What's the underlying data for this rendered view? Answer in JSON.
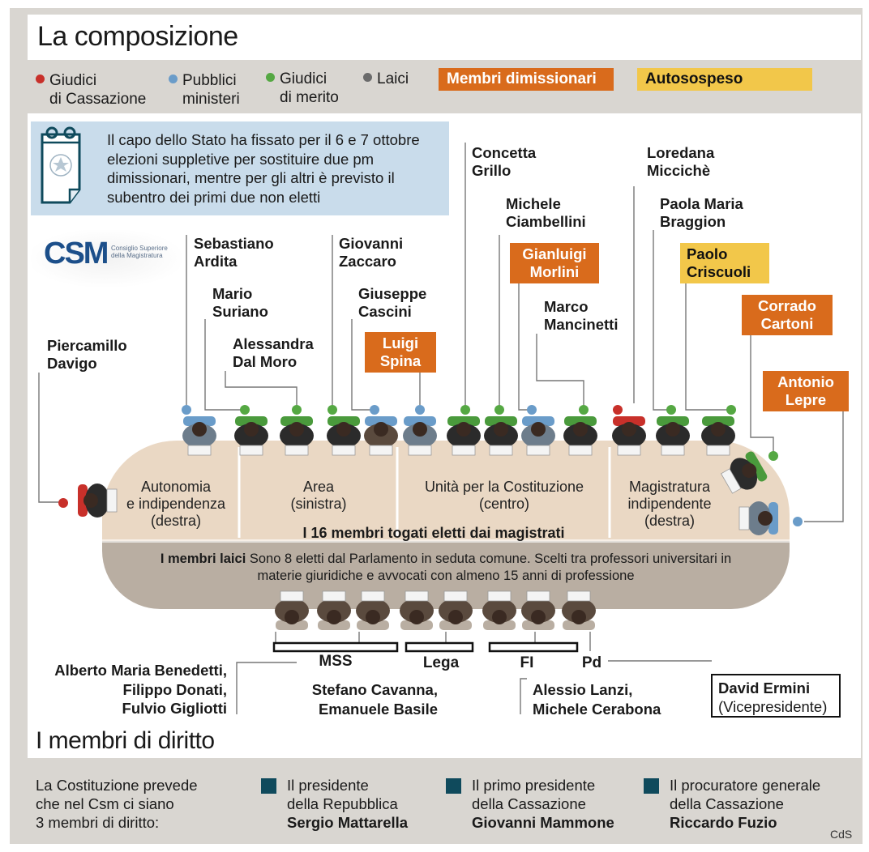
{
  "title": "La composizione",
  "legend": {
    "cassazione": "Giudici\ndi Cassazione",
    "pm": "Pubblici\nministeri",
    "merito": "Giudici\ndi merito",
    "laici": "Laici",
    "dimissionari": "Membri dimissionari",
    "autosospeso": "Autosospeso"
  },
  "colors": {
    "cassazione": "#c8302a",
    "pm": "#6a9cc9",
    "merito": "#55a843",
    "laici": "#6b6b6b",
    "dimissionari": "#d96b1c",
    "autosospeso": "#f2c74a",
    "note_bg": "#c9dceb",
    "table_top": "#ead8c4",
    "table_bottom": "#b9aea2",
    "square": "#0f4a5c"
  },
  "note": "Il capo dello Stato ha fissato per il 6 e 7 ottobre elezioni suppletive per sostituire due pm dimissionari, mentre per gli altri è previsto il subentro dei primi due non eletti",
  "logo": {
    "text": "CSM",
    "sub": "Consiglio Superiore della Magistratura"
  },
  "members": {
    "davigo": "Piercamillo\nDavigo",
    "ardita": "Sebastiano\nArdita",
    "suriano": "Mario\nSuriano",
    "dalmoro": "Alessandra\nDal Moro",
    "zaccaro": "Giovanni\nZaccaro",
    "cascini": "Giuseppe\nCascini",
    "spina": "Luigi\nSpina",
    "grillo": "Concetta\nGrillo",
    "ciambellini": "Michele\nCiambellini",
    "morlini": "Gianluigi\nMorlini",
    "mancinetti": "Marco\nMancinetti",
    "micciche": "Loredana\nMiccichè",
    "braggion": "Paola Maria\nBraggion",
    "criscuoli": "Paolo\nCriscuoli",
    "cartoni": "Corrado\nCartoni",
    "lepre": "Antonio\nLepre"
  },
  "sections": {
    "autonomia": "Autonomia\ne indipendenza\n(destra)",
    "area": "Area\n(sinistra)",
    "unicost": "Unità per la Costituzione\n(centro)",
    "mi": "Magistratura\nindipendente\n(destra)"
  },
  "togati_label": "I 16 membri togati eletti dai magistrati",
  "laici_bold": "I membri laici",
  "laici_text": "Sono 8 eletti dal Parlamento in seduta comune. Scelti tra professori universitari in materie giuridiche e avvocati con almeno 15 anni di professione",
  "parties": {
    "mss": "MSS",
    "lega": "Lega",
    "fi": "FI",
    "pd": "Pd"
  },
  "laici_names": {
    "mss": "Alberto Maria Benedetti,\nFilippo Donati,\nFulvio Gigliotti",
    "lega": "Stefano Cavanna,\nEmanuele Basile",
    "fi": "Alessio Lanzi,\nMichele Cerabona",
    "pd_name": "David Ermini",
    "pd_role": "(Vicepresidente)"
  },
  "diritto": {
    "title": "I membri di diritto",
    "intro": "La Costituzione prevede\nche nel Csm ci siano\n3 membri di diritto:",
    "items": [
      {
        "role": "Il presidente\ndella Repubblica",
        "name": "Sergio Mattarella"
      },
      {
        "role": "Il primo presidente\ndella Cassazione",
        "name": "Giovanni Mammone"
      },
      {
        "role": "Il procuratore generale\ndella Cassazione",
        "name": "Riccardo Fuzio"
      }
    ]
  },
  "credit": "CdS"
}
